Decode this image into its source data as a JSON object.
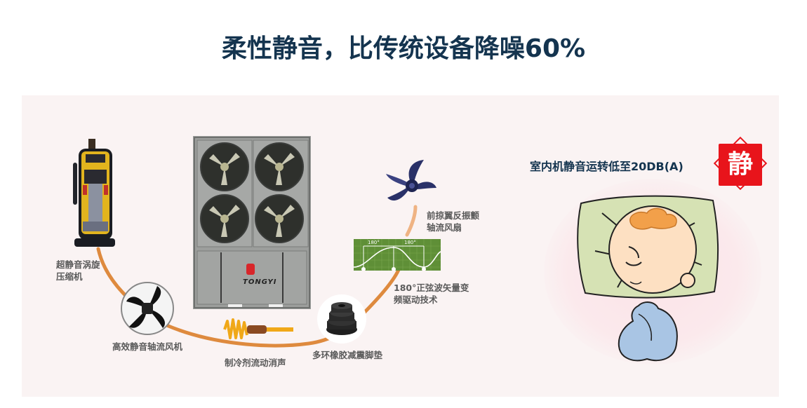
{
  "header": {
    "title": "柔性静音，比传统设备降噪60%"
  },
  "diagram": {
    "components": [
      {
        "id": "compressor",
        "label_lines": [
          "超静音涡旋",
          "压缩机"
        ]
      },
      {
        "id": "axial-fan-motor",
        "label_lines": [
          "高效静音轴流风机"
        ]
      },
      {
        "id": "refrigerant-muffler",
        "label_lines": [
          "制冷剂流动消声"
        ]
      },
      {
        "id": "rubber-damper",
        "label_lines": [
          "多环橡胶减震脚垫"
        ]
      },
      {
        "id": "sine-wave-drive",
        "label_lines": [
          "180°正弦波矢量变",
          "频驱动技术"
        ]
      },
      {
        "id": "swept-fan-blade",
        "label_lines": [
          "前掠翼反振颤",
          "轴流风扇"
        ]
      }
    ],
    "sine_chart": {
      "span_labels": [
        "180°",
        "180°"
      ]
    },
    "unit": {
      "brand": "TONGYI"
    }
  },
  "quiet_feature": {
    "text": "室内机静音运转低至20DB(A)",
    "badge": "静"
  },
  "colors": {
    "title": "#14344f",
    "panel_bg": "#faf3f3",
    "curve": "#de8a3e",
    "badge_red": "#e8141b",
    "label_gray": "#5a5a5a",
    "chart_green": "#6a9a3a"
  }
}
